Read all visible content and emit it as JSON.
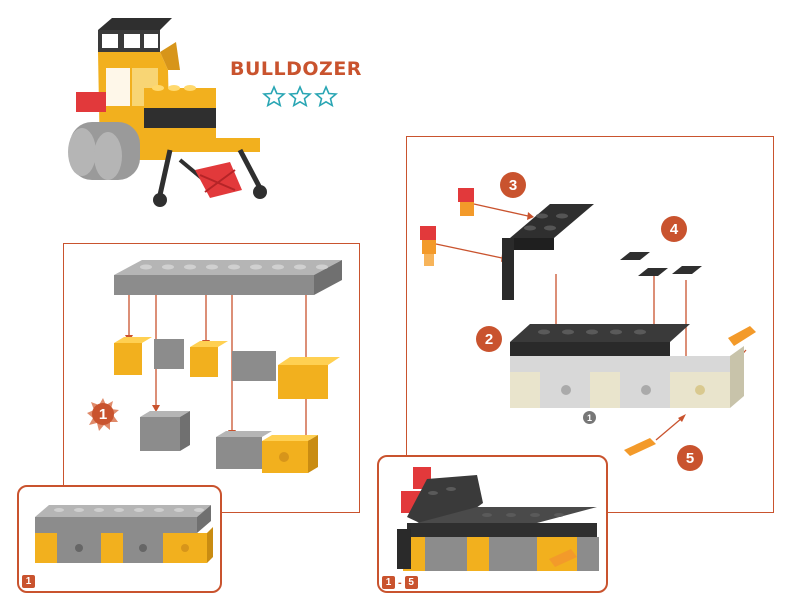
{
  "header": {
    "title": "BULLDOZER",
    "difficulty_stars": 3,
    "difficulty_max": 3
  },
  "step1": {
    "step_number": "1",
    "callout_label": "1"
  },
  "step2": {
    "arrow_steps": [
      "2",
      "3",
      "4",
      "5"
    ],
    "sub_ref": "1",
    "callout_from": "1",
    "callout_to": "5",
    "callout_dash": "-"
  },
  "colors": {
    "accent": "#c9532e",
    "yellow": "#f2b01e",
    "gray": "#8c8c8c",
    "dark": "#3a3a3a",
    "cream": "#e9e4cc",
    "orange": "#f39a2a",
    "red": "#e2393b",
    "star": "#2aa6b4"
  },
  "icons": {
    "star": "star-outline-icon",
    "arrow": "red-arrow-icon",
    "burst": "starburst-icon"
  }
}
